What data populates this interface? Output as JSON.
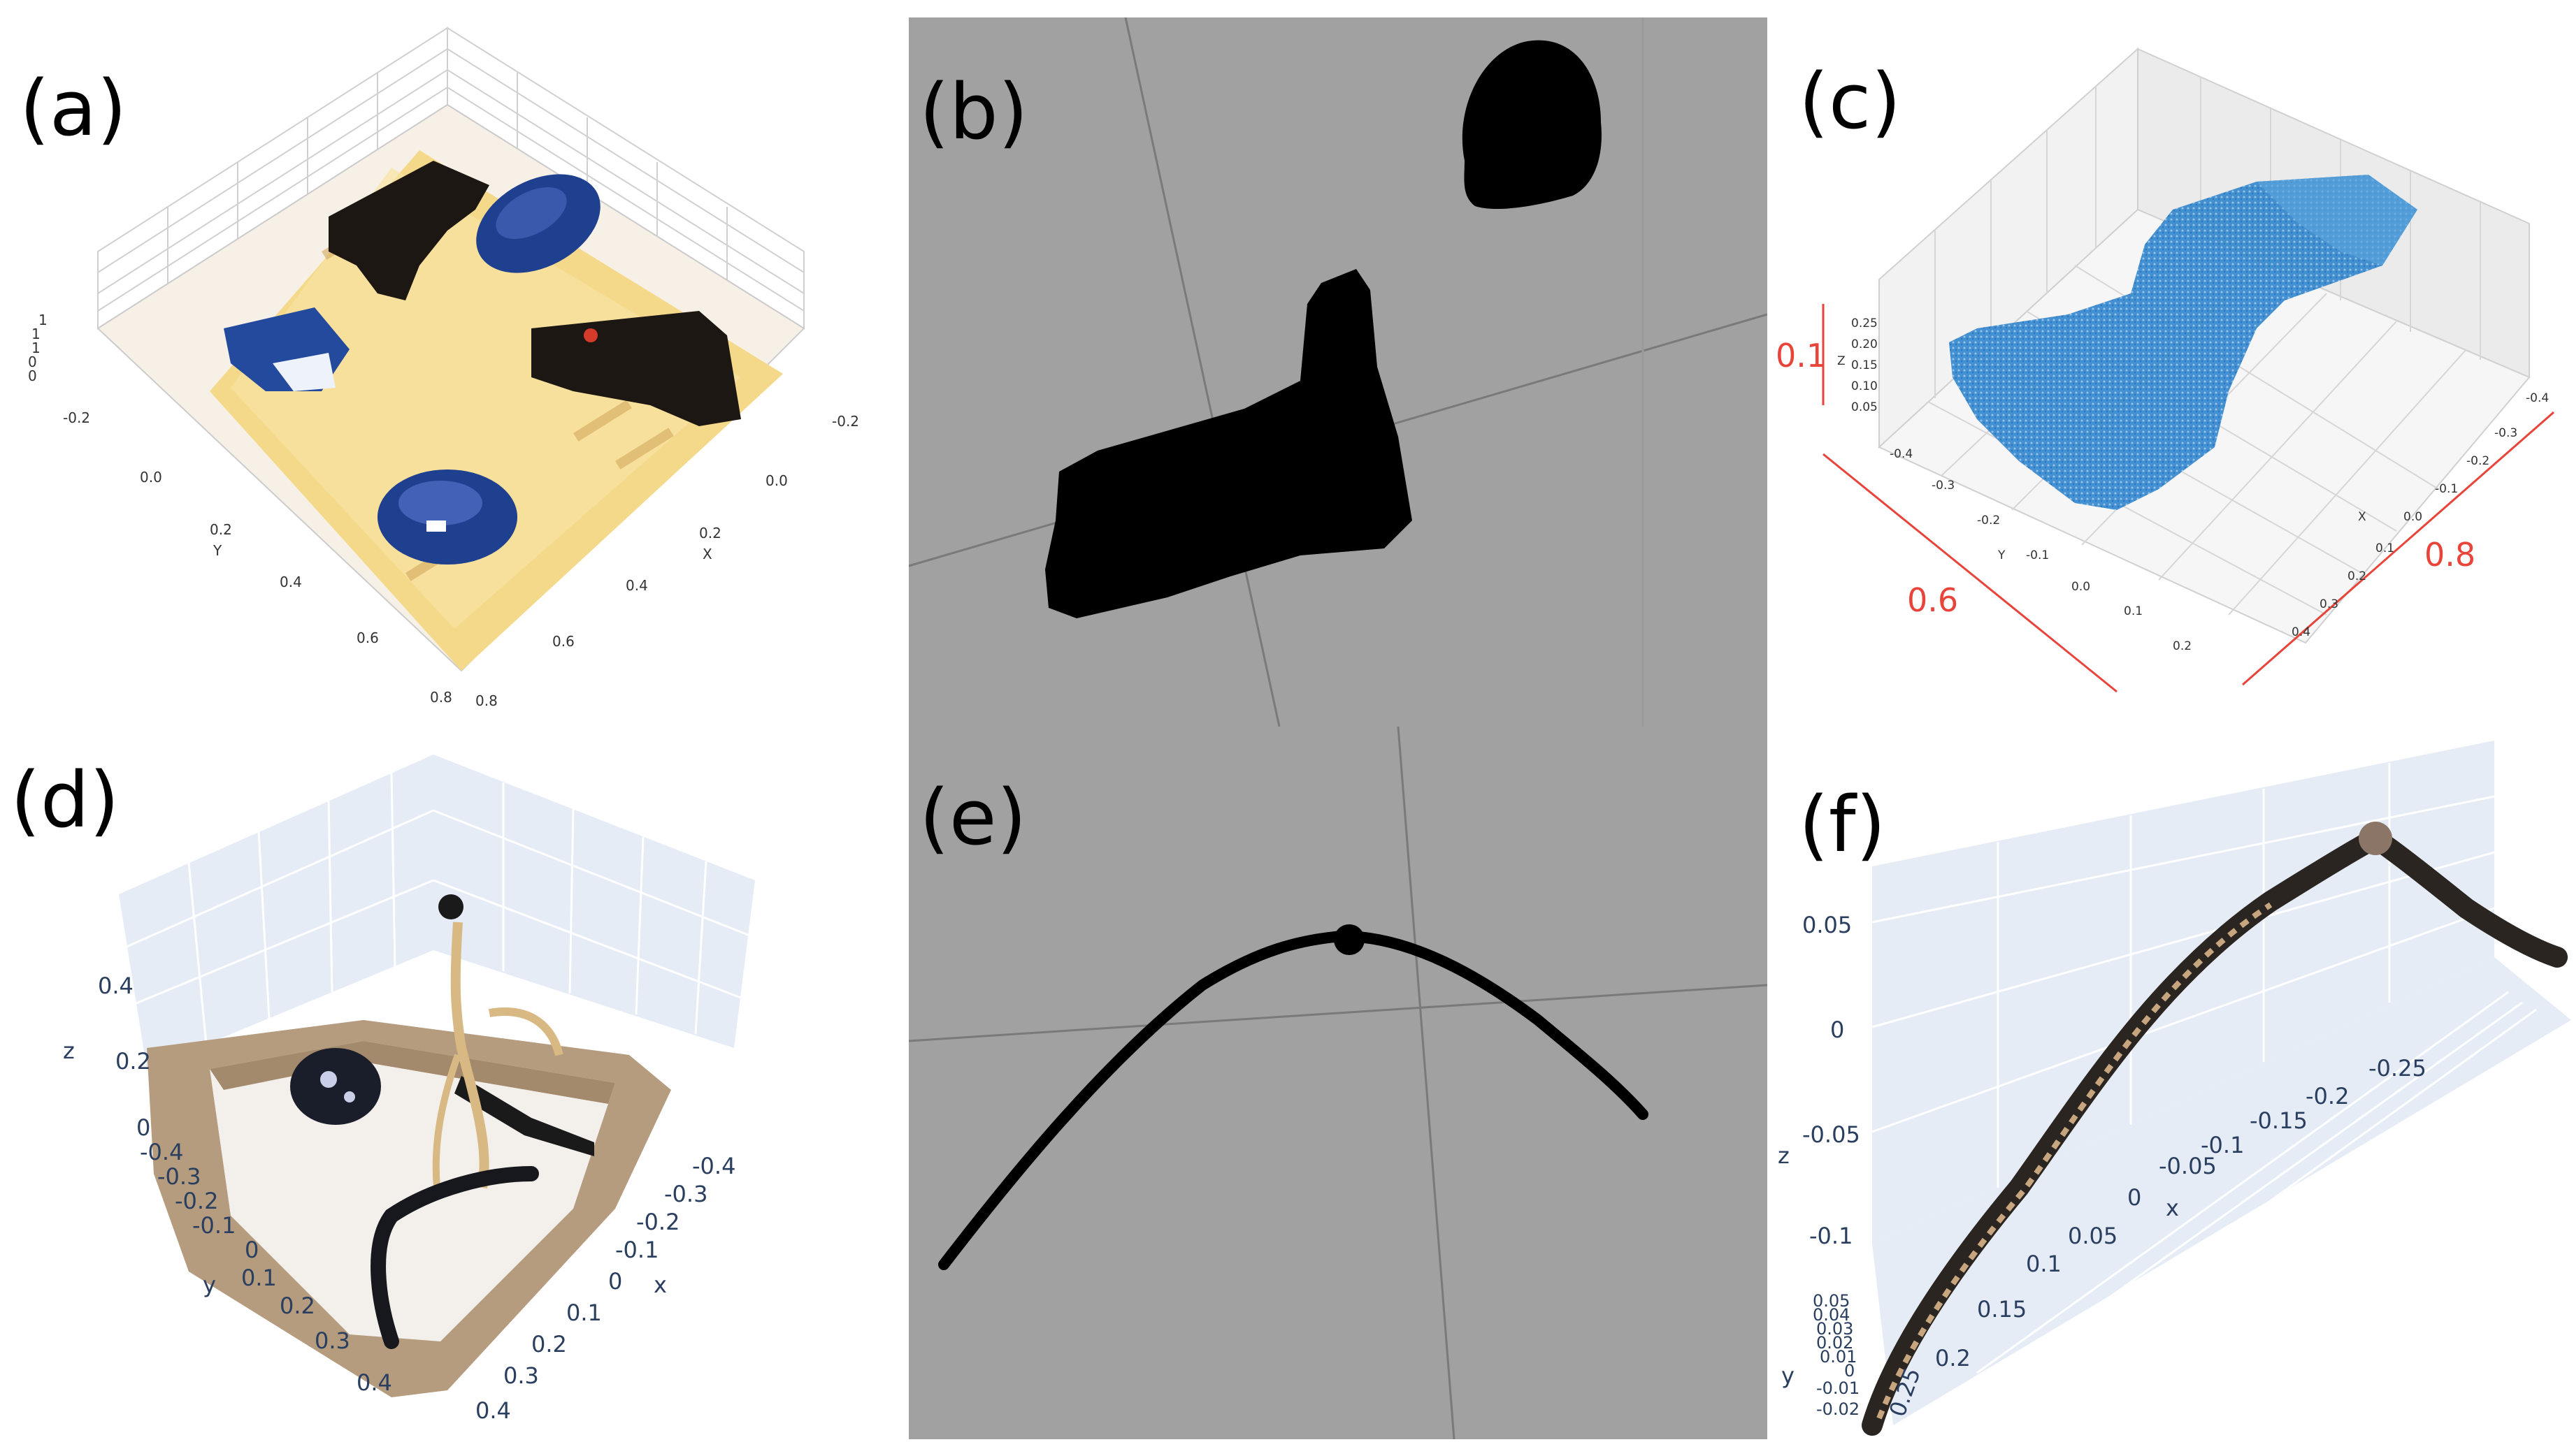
{
  "panels": {
    "a": {
      "label": "(a)",
      "x_ticks": [
        "-0.2",
        "0.0",
        "0.2",
        "0.4",
        "0.6",
        "0.8"
      ],
      "y_ticks": [
        "-0.2",
        "0.0",
        "0.2",
        "0.4",
        "0.6",
        "0.8"
      ],
      "x_axis_label": "X",
      "y_axis_label": "Y"
    },
    "b": {
      "label": "(b)"
    },
    "c": {
      "label": "(c)",
      "z_ticks": [
        "0.25",
        "0.20",
        "0.15",
        "0.10",
        "0.05"
      ],
      "z_axis_label": "Z",
      "y_ticks": [
        "-0.4",
        "-0.3",
        "-0.2",
        "-0.1",
        "0.0",
        "0.1",
        "0.2"
      ],
      "y_axis_label": "Y",
      "x_ticks": [
        "-0.4",
        "-0.3",
        "-0.2",
        "-0.1",
        "0.0",
        "0.1",
        "0.2",
        "0.3",
        "0.4"
      ],
      "x_axis_label": "X",
      "dim_height": "0.1",
      "dim_depth": "0.6",
      "dim_width": "0.8",
      "dim_color": "#e8443a",
      "point_color": "#2f7fc1"
    },
    "d": {
      "label": "(d)",
      "z_ticks": [
        "0.4",
        "0.2",
        "0"
      ],
      "z_axis_label": "z",
      "y_ticks": [
        "-0.4",
        "-0.3",
        "-0.2",
        "-0.1",
        "0",
        "0.1",
        "0.2",
        "0.3",
        "0.4"
      ],
      "y_axis_label": "y",
      "x_ticks": [
        "-0.4",
        "-0.3",
        "-0.2",
        "-0.1",
        "0",
        "0.1",
        "0.2",
        "0.3",
        "0.4"
      ],
      "x_axis_label": "x"
    },
    "e": {
      "label": "(e)"
    },
    "f": {
      "label": "(f)",
      "z_ticks": [
        "0.05",
        "0",
        "-0.05",
        "-0.1"
      ],
      "z_axis_label": "z",
      "y_ticks": [
        "0.05",
        "0.04",
        "0.03",
        "0.02",
        "0.01",
        "0",
        "-0.01",
        "-0.02"
      ],
      "y_axis_label": "y",
      "depth_ticks": [
        "0.25",
        "0.2",
        "0.15",
        "0.1",
        "0.05",
        "0"
      ],
      "x_ticks": [
        "-0.05",
        "-0.1",
        "-0.15",
        "-0.2",
        "-0.25"
      ],
      "x_axis_label": "x"
    }
  },
  "colors": {
    "viewport_gray": "#a1a1a1",
    "plotly_axis": "#2a3f5f",
    "plotly_pane": "#e5ecf6"
  }
}
